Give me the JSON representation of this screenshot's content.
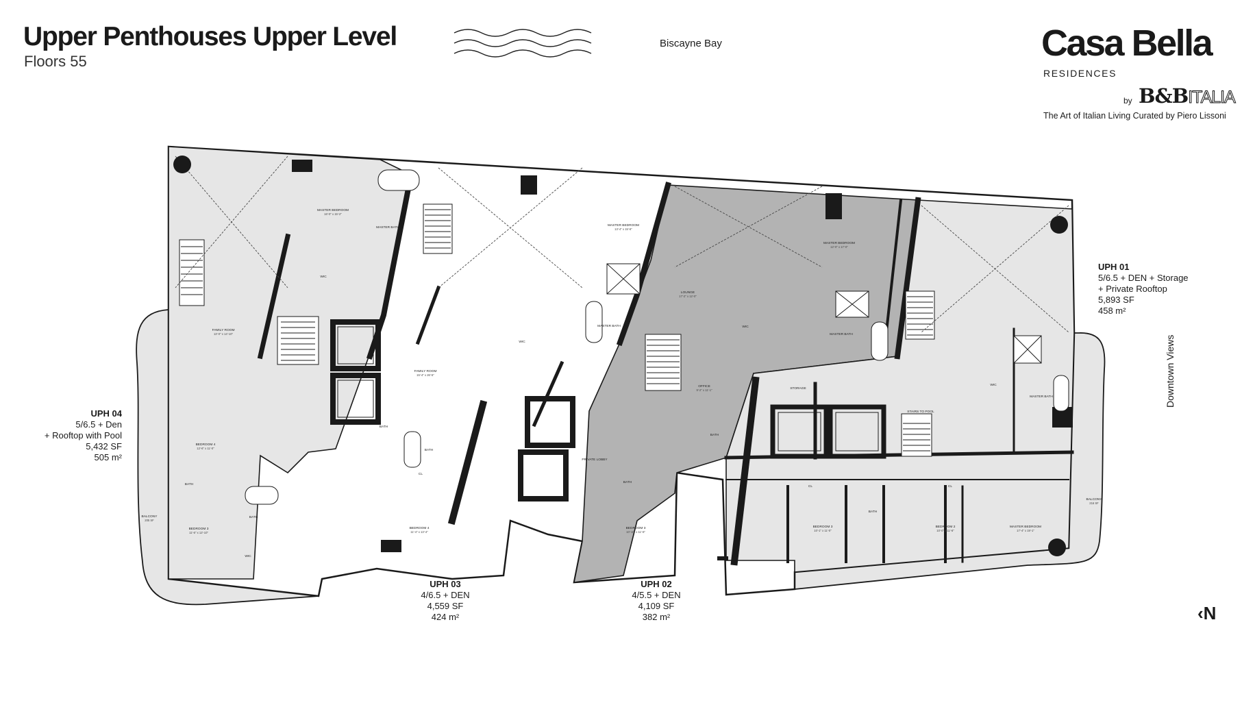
{
  "header": {
    "title": "Upper Penthouses Upper Level",
    "subtitle": "Floors 55",
    "bay_label": "Biscayne Bay"
  },
  "brand": {
    "name": "Casa Bella",
    "sub": "RESIDENCES",
    "by": "by",
    "partner_a": "B&B",
    "partner_b": "ITALIA",
    "tagline": "The Art of Italian Living Curated by Piero Lissoni"
  },
  "units": {
    "uph04": {
      "name": "UPH 04",
      "l1": "5/6.5 + Den",
      "l2": "+ Rooftop with Pool",
      "l3": "5,432 SF",
      "l4": "505 m²"
    },
    "uph03": {
      "name": "UPH 03",
      "l1": "4/6.5 + DEN",
      "l2": "4,559 SF",
      "l3": "424 m²"
    },
    "uph02": {
      "name": "UPH 02",
      "l1": "4/5.5 + DEN",
      "l2": "4,109 SF",
      "l3": "382 m²"
    },
    "uph01": {
      "name": "UPH 01",
      "l1": "5/6.5 + DEN + Storage",
      "l2": "+ Private Rooftop",
      "l3": "5,893 SF",
      "l4": "458 m²"
    }
  },
  "orientation": {
    "side_label": "Downtown Views",
    "north": "‹N",
    "icon": "north-arrow-icon"
  },
  "rooms": {
    "uph04_master": "MASTER BEDROOM",
    "uph04_master_dim": "16'-0\" x 15'-2\"",
    "uph04_master_bath": "MASTER BATH",
    "uph04_wic": "WIC",
    "uph04_family": "FAMILY ROOM",
    "uph04_family_dim": "13'-0\" x 14'-10\"",
    "uph04_bed4": "BEDROOM 4",
    "uph04_bed4_dim": "12'-6\" x 11'-0\"",
    "uph04_bath": "BATH",
    "uph04_bed3": "BEDROOM 3",
    "uph04_bed3_dim": "11'-6\" x 12'-10\"",
    "uph04_balcony": "BALCONY",
    "uph04_balcony_sf": "205 SF",
    "uph04_bath2": "BATH",
    "uph04_wic2": "WIC",
    "uph03_master": "MASTER BEDROOM",
    "uph03_master_dim": "13'-4\" x 15'-6\"",
    "uph03_master_bath": "MASTER BATH",
    "uph03_wic": "WIC",
    "uph03_family": "FAMILY ROOM",
    "uph03_family_dim": "15'-4\" x 26'-5\"",
    "uph03_bath": "BATH",
    "uph03_bath2": "BATH",
    "uph03_cl": "CL",
    "uph03_bed4": "BEDROOM 4",
    "uph03_bed4_dim": "11'-4\" x 13'-4\"",
    "uph02_master": "MASTER BEDROOM",
    "uph02_master_dim": "12'-0\" x 17'-0\"",
    "uph02_lounge": "LOUNGE",
    "uph02_lounge_dim": "17'-2\" x 12'-0\"",
    "uph02_wic": "WIC",
    "uph02_master_bath": "MASTER BATH",
    "uph02_office": "OFFICE",
    "uph02_office_dim": "9'-2\" x 11'-1\"",
    "uph02_bath": "BATH",
    "uph02_private_lobby": "PRIVATE LOBBY",
    "uph02_bath2": "BATH",
    "uph02_bed3": "BEDROOM 3",
    "uph02_bed3_dim": "10'-10\" x 11'-6\"",
    "uph01_wic": "WIC",
    "uph01_master_bath": "MASTER BATH",
    "uph01_storage": "STORAGE",
    "uph01_stairs": "STAIRS TO POOL",
    "uph01_bed3": "BEDROOM 3",
    "uph01_bed3_dim": "10'-1\" x 11'-0\"",
    "uph01_bath": "BATH",
    "uph01_bed2": "BEDROOM 2",
    "uph01_bed2_dim": "10'-0\" x 11'-6\"",
    "uph01_master": "MASTER BEDROOM",
    "uph01_master_dim": "17'-4\" x 19'-1\"",
    "uph01_balcony": "BALCONY",
    "uph01_balcony_sf": "216 SF",
    "uph01_cl": "CL",
    "uph01_cl2": "CL"
  },
  "colors": {
    "fill_light": "#e6e6e6",
    "fill_dark": "#b3b3b3",
    "wall": "#1a1a1a",
    "background": "#ffffff"
  }
}
